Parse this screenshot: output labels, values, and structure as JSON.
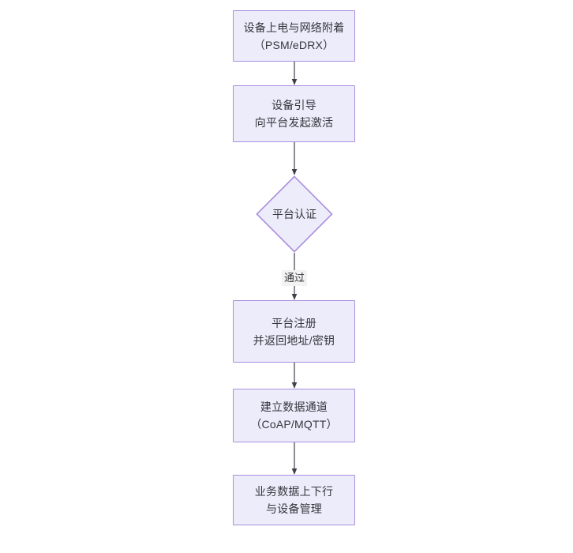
{
  "diagram": {
    "type": "flowchart",
    "orientation": "top-to-bottom",
    "background_color": "#ffffff",
    "node_fill_color": "#ececfb",
    "node_border_color": "#ab8fdd",
    "text_color": "#36363c",
    "edge_color": "#3f3f4a",
    "nodes": [
      {
        "id": "n1",
        "shape": "rectangle",
        "label": "设备上电与网络附着\n（PSM/eDRX）",
        "line1": "设备上电与网络附着",
        "line2": "（PSM/eDRX）"
      },
      {
        "id": "n2",
        "shape": "rectangle",
        "label": "设备引导\n向平台发起激活",
        "line1": "设备引导",
        "line2": "向平台发起激活"
      },
      {
        "id": "n3",
        "shape": "diamond",
        "label": "平台认证",
        "line1": "平台认证",
        "line2": ""
      },
      {
        "id": "n4",
        "shape": "rectangle",
        "label": "平台注册\n并返回地址/密钥",
        "line1": "平台注册",
        "line2": "并返回地址/密钥"
      },
      {
        "id": "n5",
        "shape": "rectangle",
        "label": "建立数据通道\n（CoAP/MQTT）",
        "line1": "建立数据通道",
        "line2": "（CoAP/MQTT）"
      },
      {
        "id": "n6",
        "shape": "rectangle",
        "label": "业务数据上下行\n与设备管理",
        "line1": "业务数据上下行",
        "line2": "与设备管理"
      }
    ],
    "edges": [
      {
        "id": "e1",
        "from": "n1",
        "to": "n2",
        "label": ""
      },
      {
        "id": "e2",
        "from": "n2",
        "to": "n3",
        "label": ""
      },
      {
        "id": "e3",
        "from": "n3",
        "to": "n4",
        "label": "通过"
      },
      {
        "id": "e4",
        "from": "n4",
        "to": "n5",
        "label": ""
      },
      {
        "id": "e5",
        "from": "n5",
        "to": "n6",
        "label": ""
      }
    ]
  }
}
